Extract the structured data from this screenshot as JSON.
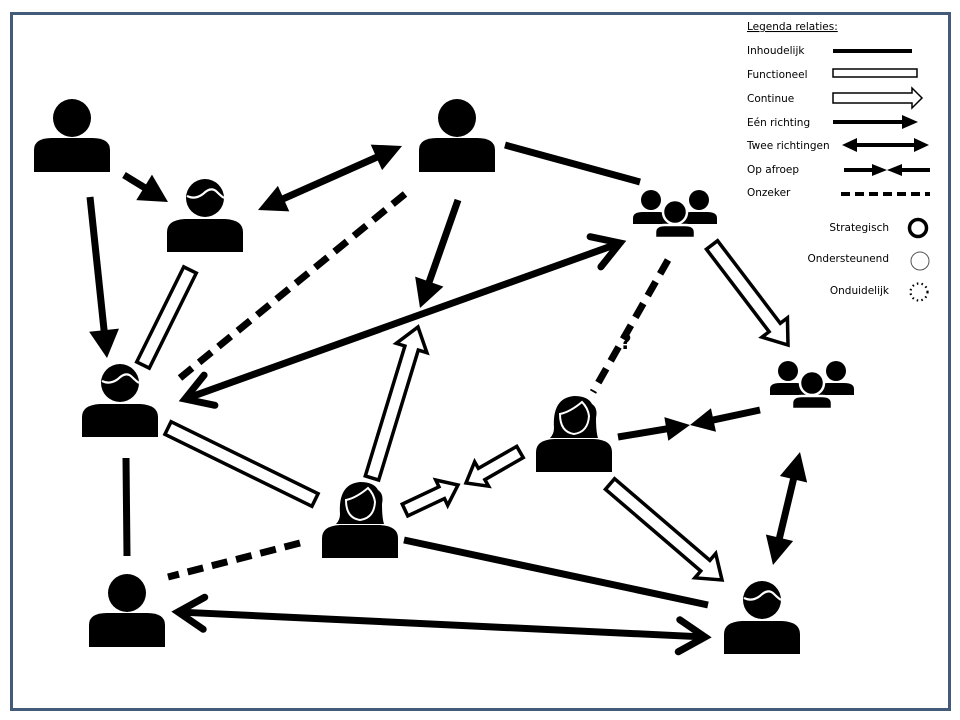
{
  "diagram": {
    "type": "relationship-network",
    "colors": {
      "frame": "#435a78",
      "ink": "#000000",
      "background": "#ffffff"
    },
    "legend": {
      "title": "Legenda relaties:",
      "relations": [
        {
          "key": "inhoudelijk",
          "label": "Inhoudelijk",
          "style": "solid-line"
        },
        {
          "key": "functioneel",
          "label": "Functioneel",
          "style": "hollow-bar"
        },
        {
          "key": "continue",
          "label": "Continue",
          "style": "hollow-arrow"
        },
        {
          "key": "een_richting",
          "label": "Eén richting",
          "style": "one-way-arrow"
        },
        {
          "key": "twee_richtingen",
          "label": "Twee richtingen",
          "style": "two-way-arrow"
        },
        {
          "key": "op_afroep",
          "label": "Op afroep",
          "style": "converging-arrows"
        },
        {
          "key": "onzeker",
          "label": "Onzeker",
          "style": "dashed-line"
        }
      ],
      "importance": [
        {
          "key": "strategisch",
          "label": "Strategisch",
          "style": "thick-circle"
        },
        {
          "key": "ondersteunend",
          "label": "Ondersteunend",
          "style": "thin-circle"
        },
        {
          "key": "onduidelijk",
          "label": "Onduidelijk",
          "style": "dotted-circle"
        }
      ]
    },
    "nodes": [
      {
        "id": "n1",
        "kind": "person",
        "label": ""
      },
      {
        "id": "n2",
        "kind": "person-male",
        "label": ""
      },
      {
        "id": "n3",
        "kind": "person",
        "label": ""
      },
      {
        "id": "n4",
        "kind": "group",
        "label": ""
      },
      {
        "id": "n5",
        "kind": "person-male",
        "label": ""
      },
      {
        "id": "n6",
        "kind": "group",
        "label": ""
      },
      {
        "id": "n7",
        "kind": "person-female",
        "label": ""
      },
      {
        "id": "n8",
        "kind": "person-female",
        "label": ""
      },
      {
        "id": "n9",
        "kind": "person",
        "label": ""
      },
      {
        "id": "n10",
        "kind": "person-male",
        "label": ""
      }
    ],
    "edges": [
      {
        "from": "n1",
        "to": "n2",
        "relation": "een_richting"
      },
      {
        "from": "n1",
        "to": "n5",
        "relation": "een_richting"
      },
      {
        "from": "n2",
        "to": "n3",
        "relation": "twee_richtingen"
      },
      {
        "from": "n2",
        "to": "n5",
        "relation": "functioneel"
      },
      {
        "from": "n3",
        "to": "n4",
        "relation": "inhoudelijk"
      },
      {
        "from": "n3",
        "to": "n5",
        "relation": "onzeker"
      },
      {
        "from": "n3",
        "to": "n8",
        "relation": "een_richting"
      },
      {
        "from": "n5",
        "to": "n4",
        "relation": "twee_richtingen"
      },
      {
        "from": "n4",
        "to": "n6",
        "relation": "continue"
      },
      {
        "from": "n4",
        "to": "n7",
        "relation": "onzeker",
        "annotation": "?"
      },
      {
        "from": "n5",
        "to": "n8",
        "relation": "functioneel"
      },
      {
        "from": "n5",
        "to": "n9",
        "relation": "inhoudelijk"
      },
      {
        "from": "n8",
        "to": "n3",
        "relation": "continue"
      },
      {
        "from": "n8",
        "to": "n7",
        "relation": "op_afroep",
        "style": "hollow"
      },
      {
        "from": "n7",
        "to": "n6",
        "relation": "op_afroep"
      },
      {
        "from": "n7",
        "to": "n10",
        "relation": "continue"
      },
      {
        "from": "n6",
        "to": "n10",
        "relation": "twee_richtingen"
      },
      {
        "from": "n8",
        "to": "n9",
        "relation": "onzeker"
      },
      {
        "from": "n8",
        "to": "n10",
        "relation": "inhoudelijk"
      },
      {
        "from": "n9",
        "to": "n10",
        "relation": "twee_richtingen"
      }
    ]
  }
}
